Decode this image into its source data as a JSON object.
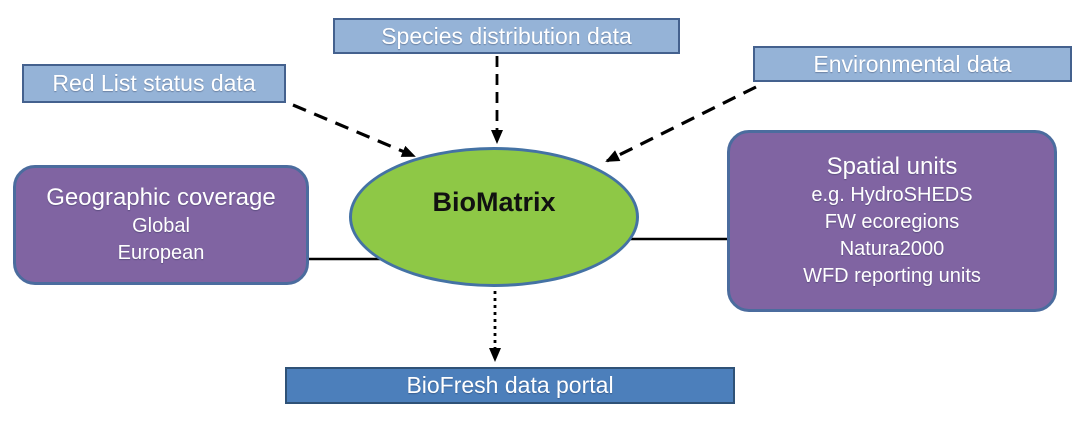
{
  "diagram": {
    "center": {
      "label": "BioMatrix"
    },
    "sources": {
      "species": {
        "label": "Species distribution data"
      },
      "red_list": {
        "label": "Red List status data"
      },
      "environmental": {
        "label": "Environmental data"
      }
    },
    "attributes": {
      "geographic": {
        "title": "Geographic coverage",
        "lines": [
          "Global",
          "European"
        ]
      },
      "spatial": {
        "title": "Spatial units",
        "lines": [
          "e.g. HydroSHEDS",
          "FW ecoregions",
          "Natura2000",
          "WFD reporting units"
        ]
      }
    },
    "output": {
      "portal": {
        "label": "BioFresh data portal"
      }
    },
    "colors": {
      "source_box_fill": "#95B3D7",
      "source_box_border": "#44618E",
      "attribute_box_fill": "#8064A2",
      "attribute_box_border": "#4B6C9E",
      "center_fill": "#8EC846",
      "center_border": "#4472A4",
      "portal_fill": "#4C7FBB",
      "portal_border": "#2F5277",
      "connector_color": "#000000",
      "connector_dot_fill": "#4A76AD",
      "connector_dot_center": "#1B3A5E"
    }
  }
}
